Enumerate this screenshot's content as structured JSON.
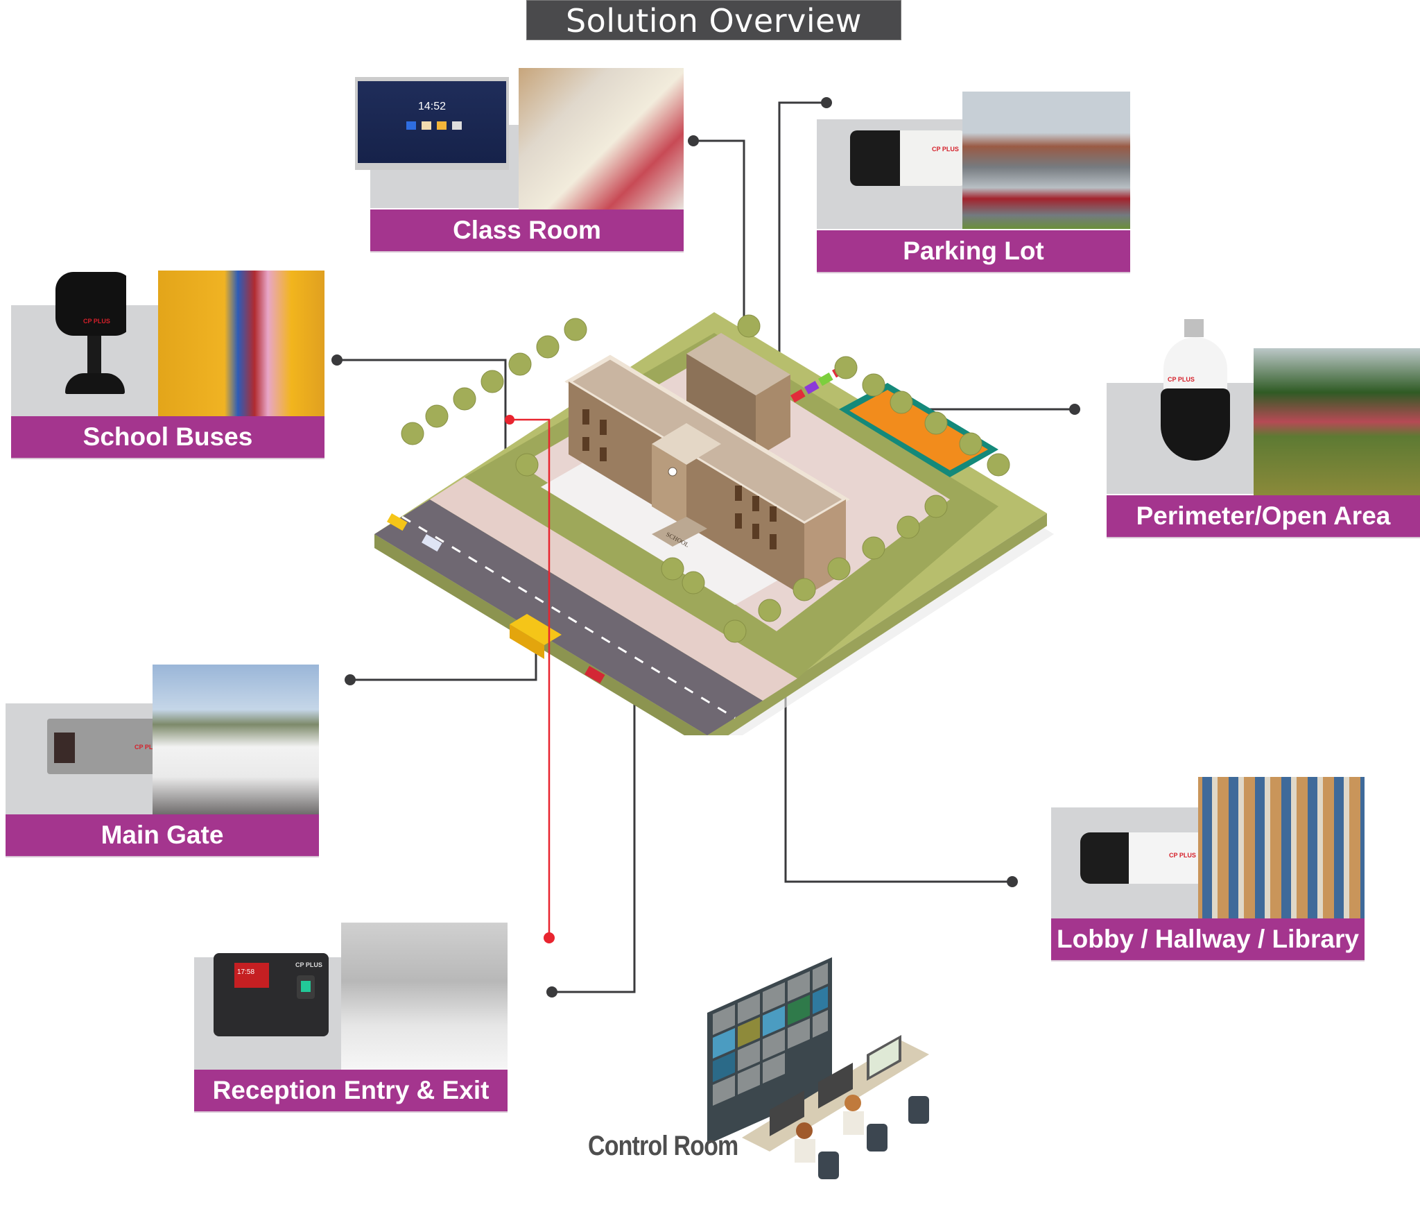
{
  "title": "Solution Overview",
  "colors": {
    "label_bg": "#a4358e",
    "title_bg": "#4a4a4c",
    "card_bg": "#d3d4d6",
    "connector": "#3a3a3c",
    "connector_highlight": "#e8242f"
  },
  "locations": [
    {
      "id": "class-room",
      "label": "Class Room",
      "device": "interactive-display",
      "device_screen_time": "14:52"
    },
    {
      "id": "parking-lot",
      "label": "Parking Lot",
      "device": "bullet-camera",
      "brand": "CP PLUS"
    },
    {
      "id": "school-buses",
      "label": "School Buses",
      "device": "mobile-camera",
      "brand": "CP PLUS"
    },
    {
      "id": "perimeter",
      "label": "Perimeter/Open Area",
      "device": "ptz-dome-camera",
      "brand": "CP PLUS"
    },
    {
      "id": "main-gate",
      "label": "Main Gate",
      "device": "anpr-box-camera",
      "brand": "CP PLUS"
    },
    {
      "id": "lobby",
      "label": "Lobby / Hallway / Library",
      "device": "bullet-camera",
      "brand": "CP PLUS"
    },
    {
      "id": "reception",
      "label": "Reception Entry & Exit",
      "device": "biometric-terminal",
      "brand": "CP PLUS",
      "device_screen_time": "17:58"
    }
  ],
  "control_room": {
    "label": "Control Room"
  },
  "campus": {
    "sign_text": "SCHOOL"
  }
}
